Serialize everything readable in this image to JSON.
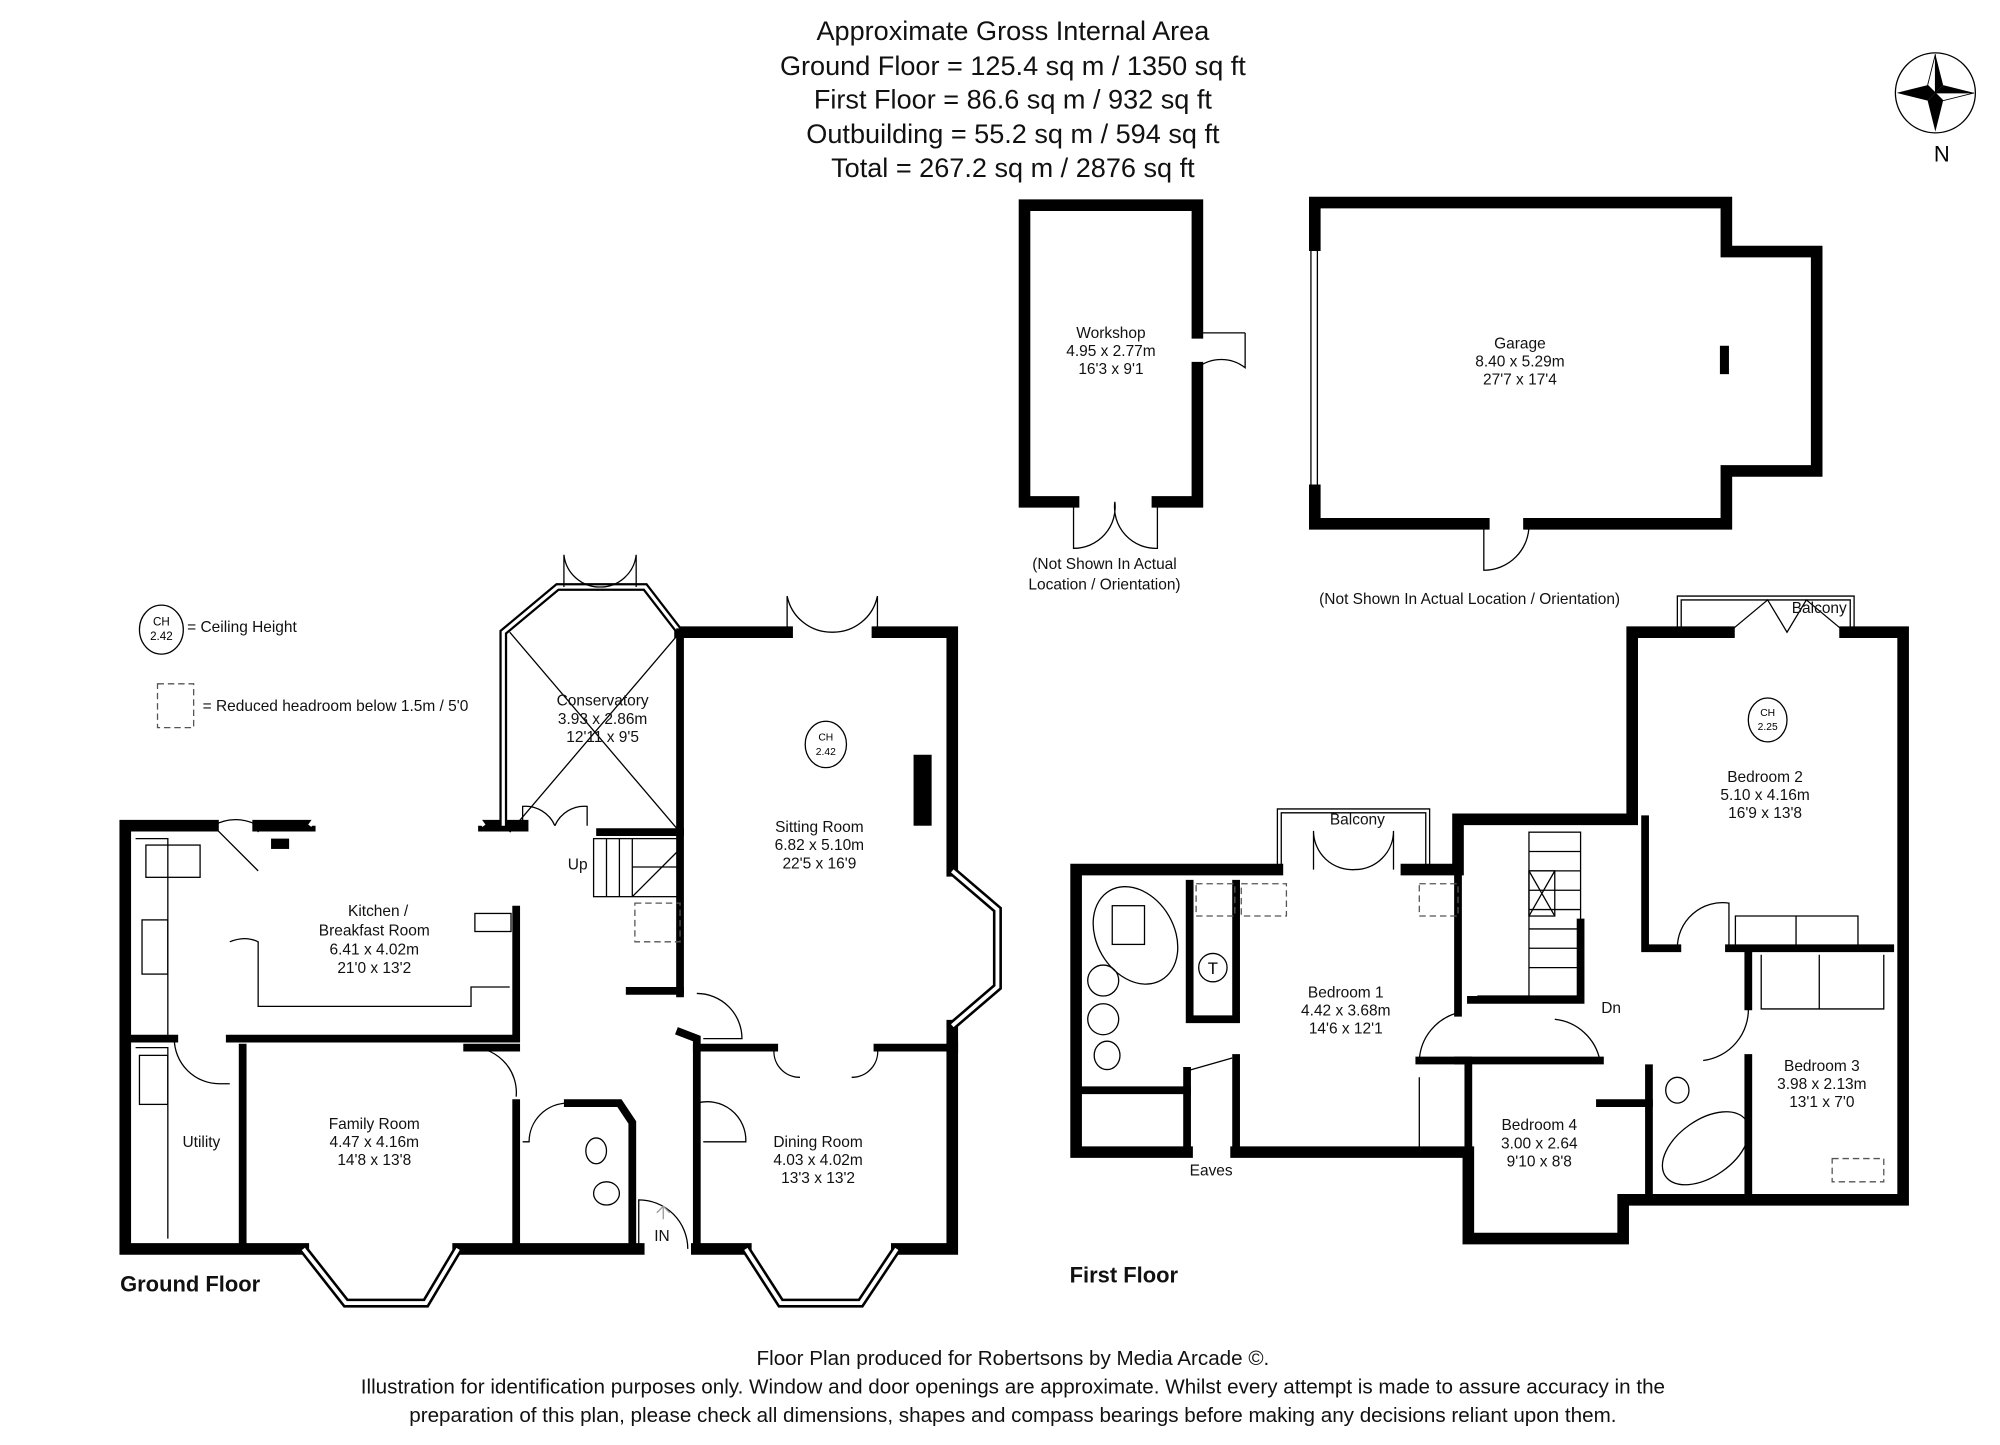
{
  "header": {
    "title": "Approximate Gross Internal Area",
    "ground": "Ground Floor = 125.4 sq m / 1350 sq ft",
    "first": "First Floor = 86.6 sq m / 932 sq ft",
    "outbuilding": "Outbuilding = 55.2 sq m / 594 sq ft",
    "total": "Total = 267.2 sq m / 2876 sq ft"
  },
  "compass": {
    "label": "N",
    "icon": "compass-rose-icon"
  },
  "legend": {
    "ch_label": "CH",
    "ch_value": "2.42",
    "ceiling_height": "= Ceiling Height",
    "reduced_headroom": "= Reduced headroom below 1.5m / 5'0"
  },
  "rooms": {
    "workshop": {
      "name": "Workshop",
      "metric": "4.95 x 2.77m",
      "imperial": "16'3 x 9'1"
    },
    "garage": {
      "name": "Garage",
      "metric": "8.40 x 5.29m",
      "imperial": "27'7 x 17'4"
    },
    "conservatory": {
      "name": "Conservatory",
      "metric": "3.93 x 2.86m",
      "imperial": "12'11 x 9'5"
    },
    "sitting": {
      "name": "Sitting Room",
      "metric": "6.82 x 5.10m",
      "imperial": "22'5 x 16'9"
    },
    "kitchen": {
      "name1": "Kitchen /",
      "name2": "Breakfast Room",
      "metric": "6.41 x 4.02m",
      "imperial": "21'0 x 13'2"
    },
    "family": {
      "name": "Family Room",
      "metric": "4.47 x 4.16m",
      "imperial": "14'8 x 13'8"
    },
    "utility": {
      "name": "Utility"
    },
    "dining": {
      "name": "Dining Room",
      "metric": "4.03 x 4.02m",
      "imperial": "13'3 x 13'2"
    },
    "bedroom1": {
      "name": "Bedroom 1",
      "metric": "4.42 x 3.68m",
      "imperial": "14'6 x 12'1"
    },
    "bedroom2": {
      "name": "Bedroom 2",
      "metric": "5.10 x 4.16m",
      "imperial": "16'9 x 13'8"
    },
    "bedroom3": {
      "name": "Bedroom 3",
      "metric": "3.98 x 2.13m",
      "imperial": "13'1 x 7'0"
    },
    "bedroom4": {
      "name": "Bedroom 4",
      "metric": "3.00 x 2.64",
      "imperial": "9'10 x 8'8"
    }
  },
  "ceiling_heights": {
    "sitting": "2.42",
    "bedroom2": "2.25"
  },
  "labels": {
    "up": "Up",
    "dn": "Dn",
    "eaves": "Eaves",
    "in": "IN",
    "tank": "T",
    "balcony1": "Balcony",
    "balcony2": "Balcony",
    "workshop_note1": "(Not Shown In Actual",
    "workshop_note2": "Location / Orientation)",
    "garage_note": "(Not Shown In Actual Location / Orientation)"
  },
  "floors": {
    "ground": "Ground Floor",
    "first": "First Floor"
  },
  "footer": {
    "line1": "Floor Plan produced for Robertsons by Media Arcade ©.",
    "line2": "Illustration for identification purposes only. Window and door openings are approximate. Whilst every attempt is made to assure accuracy in the",
    "line3": "preparation of this plan, please check all dimensions, shapes and compass bearings before making any decisions reliant upon them."
  }
}
